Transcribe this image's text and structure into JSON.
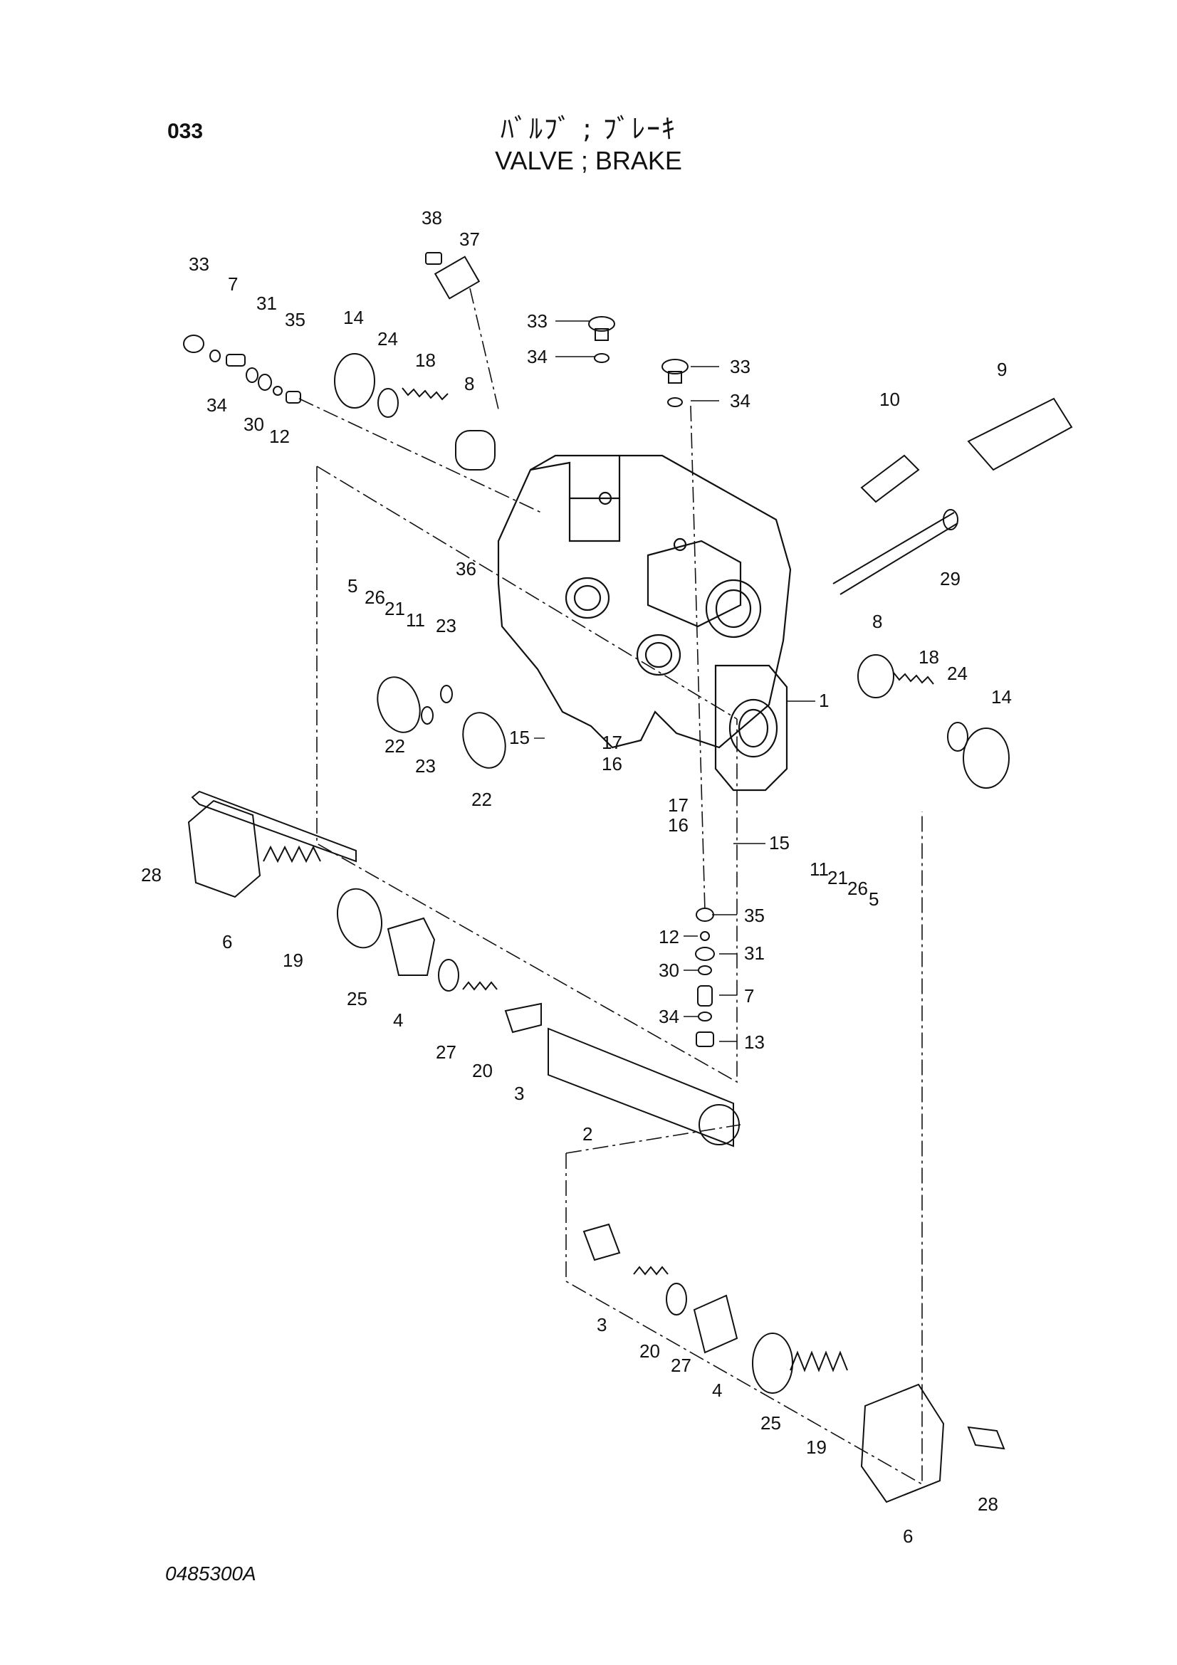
{
  "header": {
    "page_number": "033",
    "title_jp": "ﾊﾞﾙﾌﾞ ; ﾌﾞﾚｰｷ",
    "title_en": "VALVE ; BRAKE"
  },
  "footer": {
    "drawing_code": "0485300A"
  },
  "callouts": [
    "33",
    "7",
    "31",
    "35",
    "34",
    "30",
    "12",
    "14",
    "24",
    "18",
    "38",
    "37",
    "33",
    "34",
    "33",
    "34",
    "8",
    "10",
    "9",
    "5",
    "26",
    "21",
    "11",
    "36",
    "29",
    "23",
    "22",
    "23",
    "22",
    "15",
    "17",
    "16",
    "8",
    "18",
    "24",
    "14",
    "1",
    "17",
    "16",
    "15",
    "11",
    "21",
    "26",
    "5",
    "28",
    "6",
    "19",
    "25",
    "4",
    "27",
    "20",
    "3",
    "2",
    "35",
    "12",
    "31",
    "30",
    "7",
    "34",
    "13",
    "3",
    "20",
    "27",
    "4",
    "25",
    "19",
    "6",
    "28"
  ]
}
